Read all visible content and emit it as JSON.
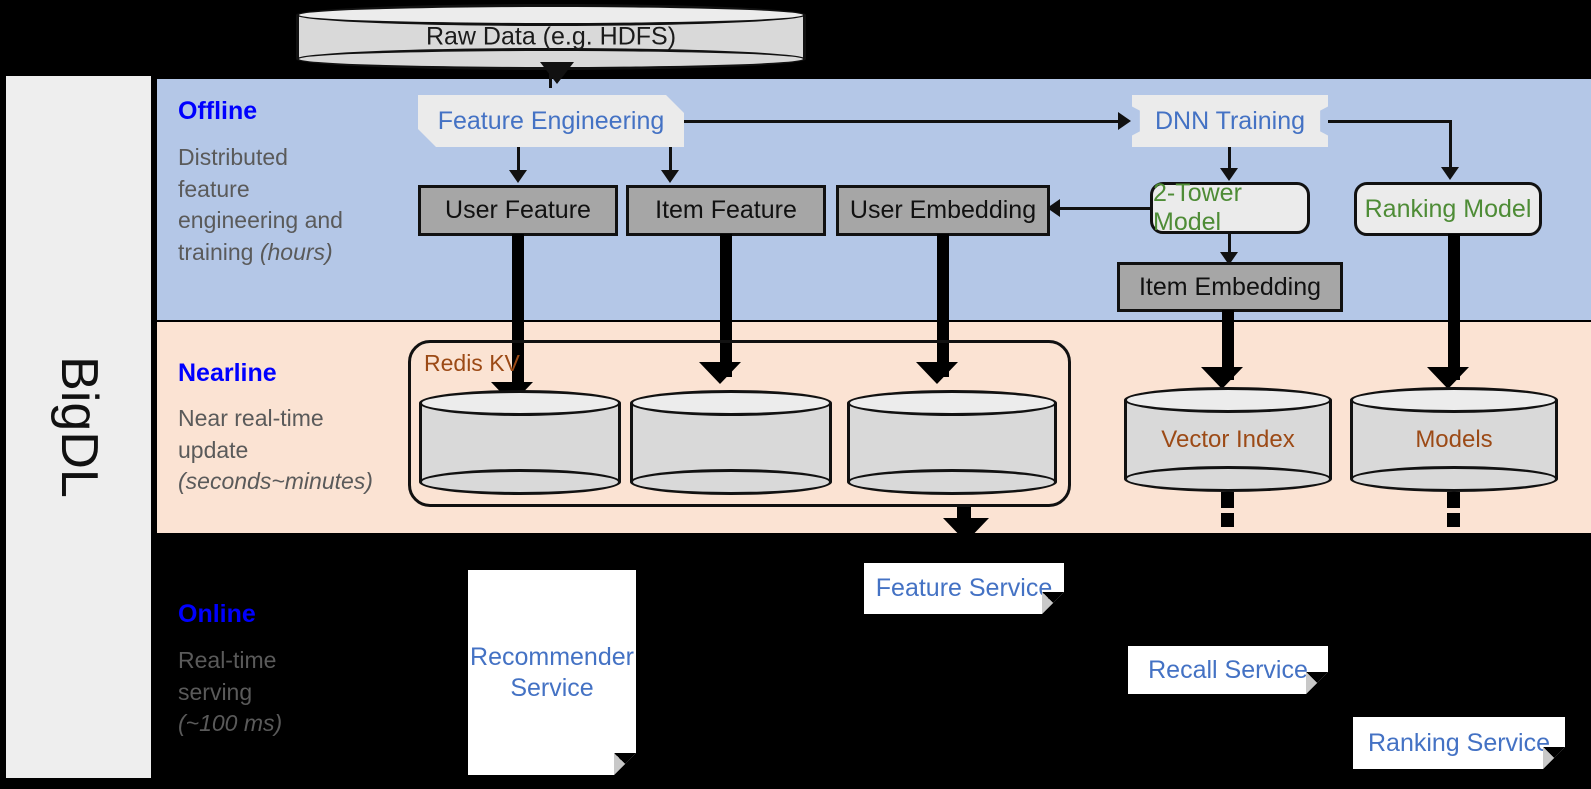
{
  "sidebar": {
    "label": "BigDL"
  },
  "colors": {
    "offline_band": "#b4c7e7",
    "nearline_band": "#fbe3d3",
    "online_band": "#000000",
    "accent_blue": "#0000ff",
    "node_blue": "#4472c4",
    "node_green": "#4e8c36",
    "storage_brown": "#9c4a16",
    "gray_box": "#a6a6a6",
    "light_box": "#ebebeb",
    "desc_gray": "#5a5a5a"
  },
  "source": {
    "label": "Raw Data (e.g. HDFS)"
  },
  "bands": [
    {
      "id": "offline",
      "title": "Offline",
      "desc_line1": "Distributed",
      "desc_line2": "feature",
      "desc_line3": "engineering and",
      "desc_line4": "training ",
      "desc_italic": "(hours)"
    },
    {
      "id": "nearline",
      "title": "Nearline",
      "desc_line1": "Near real-time",
      "desc_line2": "update",
      "desc_italic": "(seconds~minutes)"
    },
    {
      "id": "online",
      "title": "Online",
      "desc_line1": "Real-time",
      "desc_line2": "serving",
      "desc_italic": "(~100 ms)"
    }
  ],
  "offline_nodes": {
    "feature_engineering": "Feature Engineering",
    "dnn_training": "DNN Training",
    "user_feature": "User Feature",
    "item_feature": "Item Feature",
    "user_embedding": "User Embedding",
    "two_tower_model": "2-Tower Model",
    "ranking_model": "Ranking Model",
    "item_embedding": "Item Embedding"
  },
  "nearline_nodes": {
    "redis_kv": "Redis KV",
    "store_1": "",
    "store_2": "",
    "store_3": "",
    "vector_index": "Vector Index",
    "models": "Models"
  },
  "online_nodes": {
    "recommender_service_l1": "Recommender",
    "recommender_service_l2": "Service",
    "feature_service": "Feature Service",
    "recall_service": "Recall Service",
    "ranking_service": "Ranking Service"
  }
}
